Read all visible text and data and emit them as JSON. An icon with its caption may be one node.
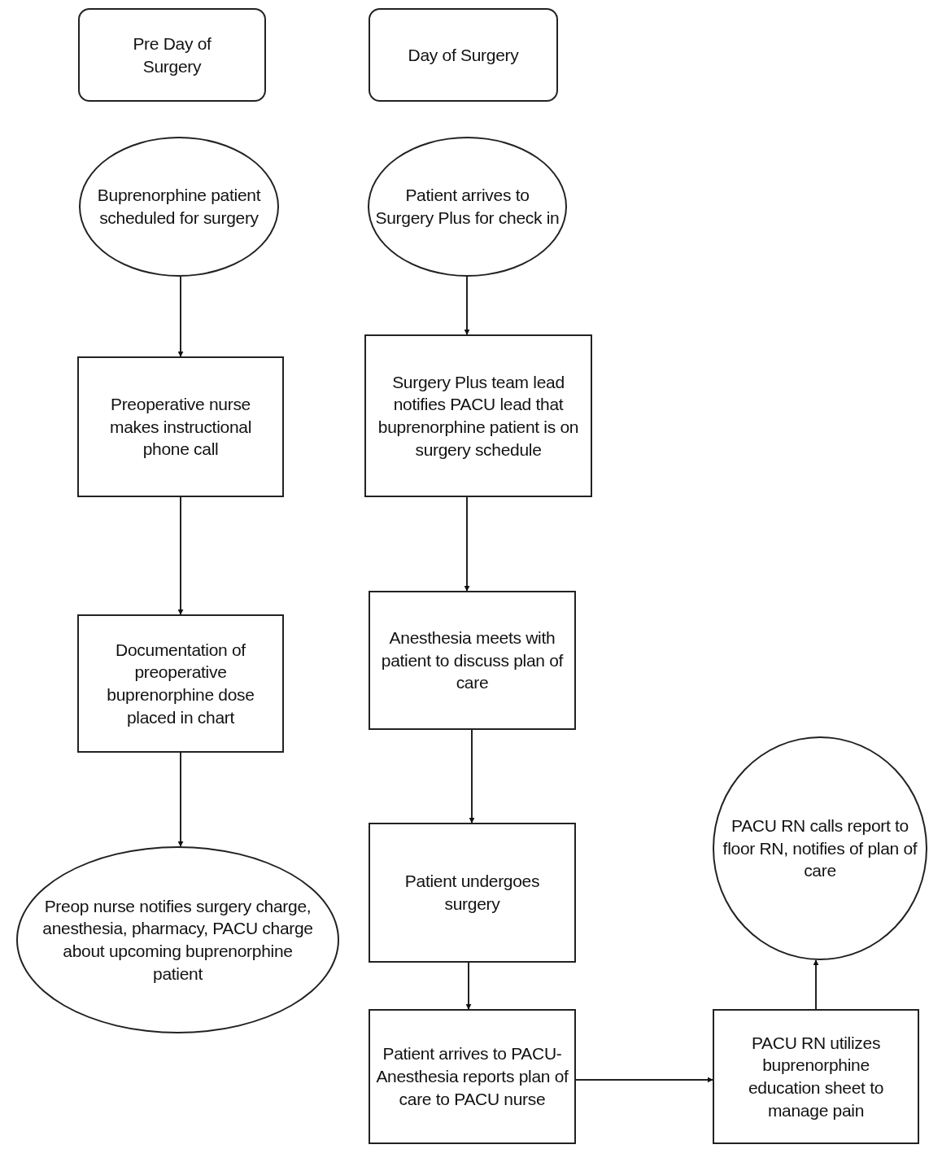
{
  "diagram": {
    "nodes": [
      {
        "text": [
          "Pre Day of Surgery"
        ]
      },
      {
        "text": [
          "Day of Surgery"
        ]
      },
      {
        "text": [
          "Buprenorphine patient scheduled for surgery"
        ]
      },
      {
        "text": [
          "Patient arrives to Surgery Plus for check in"
        ]
      },
      {
        "text": [
          "Preoperative nurse makes instructional phone call"
        ]
      },
      {
        "text": [
          "Surgery Plus team lead notifies PACU lead that buprenorphine patient is on surgery schedule"
        ]
      },
      {
        "text": [
          "Documentation of preoperative buprenorphine dose placed in chart"
        ]
      },
      {
        "text": [
          "Anesthesia meets with patient to discuss plan of care"
        ]
      },
      {
        "text": [
          "Preop nurse notifies surgery charge, anesthesia, pharmacy, PACU charge about upcoming buprenorphine patient"
        ]
      },
      {
        "text": [
          "Patient undergoes surgery"
        ]
      },
      {
        "text": [
          "PACU RN calls report to floor RN, notifies of plan of care"
        ]
      },
      {
        "text": [
          "Patient arrives to PACU-Anesthesia reports plan of care to PACU nurse"
        ]
      },
      {
        "text": [
          "PACU RN utilizes buprenorphine education sheet to manage pain"
        ]
      }
    ],
    "edges": [
      {
        "from": 2,
        "to": 4,
        "arrow": "to"
      },
      {
        "from": 4,
        "to": 6,
        "arrow": "to"
      },
      {
        "from": 6,
        "to": 8,
        "arrow": "to"
      },
      {
        "from": 3,
        "to": 5,
        "arrow": "to"
      },
      {
        "from": 5,
        "to": 7,
        "arrow": "to"
      },
      {
        "from": 7,
        "to": 9,
        "arrow": "to"
      },
      {
        "from": 9,
        "to": 11,
        "arrow": "to"
      },
      {
        "from": 11,
        "to": 12,
        "arrow": "to"
      },
      {
        "from": 12,
        "to": 10,
        "arrow": "to"
      }
    ]
  }
}
